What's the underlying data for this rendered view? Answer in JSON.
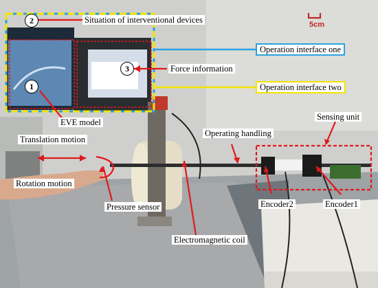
{
  "labels": {
    "situation": "Situation of interventional devices",
    "operation_one": "Operation interface one",
    "force": "Force information",
    "operation_two": "Operation interface two",
    "eve_model": "EVE model",
    "translation": "Translation motion",
    "rotation": "Rotation motion",
    "pressure": "Pressure sensor",
    "electromagnetic": "Electromagnetic coil",
    "operating_handling": "Operating handling",
    "sensing_unit": "Sensing unit",
    "encoder1": "Encoder1",
    "encoder2": "Encoder2"
  },
  "markers": {
    "m1": "1",
    "m2": "2",
    "m3": "3"
  },
  "scale_bar": {
    "text": "5cm"
  },
  "colors": {
    "annotation_red": "#e0191c",
    "interface_one_blue": "#2aa3e0",
    "interface_two_yellow": "#f2e300",
    "scale_red": "#c0282a"
  }
}
